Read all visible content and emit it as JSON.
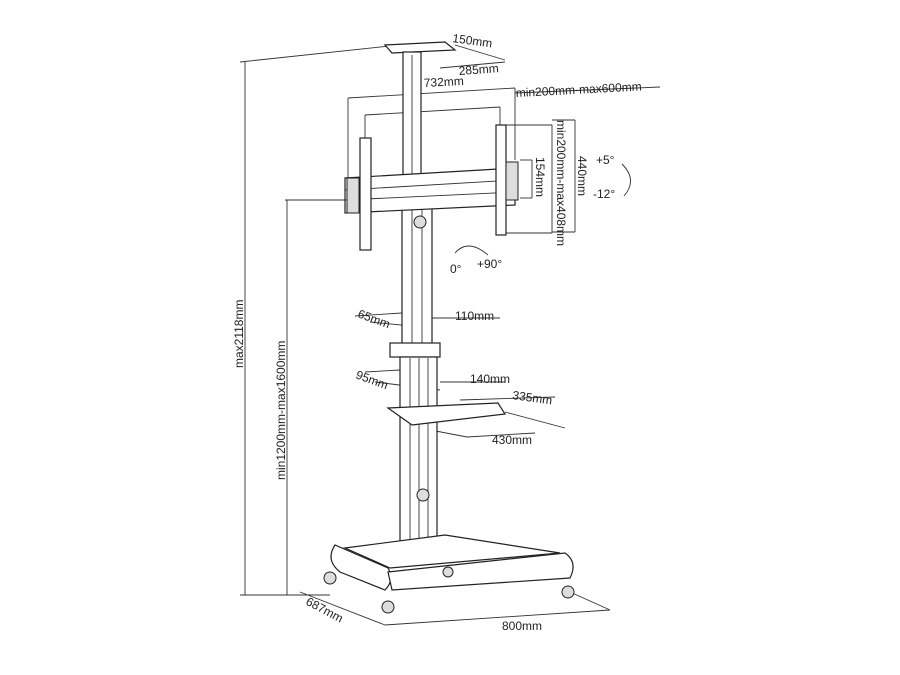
{
  "diagram": {
    "labels": {
      "top_plate_depth": "150mm",
      "top_plate_width": "285mm",
      "bracket_width": "732mm",
      "vesa_horizontal": "min200mm-max600mm",
      "vesa_vertical": "min200mm-max408mm",
      "bracket_height": "440mm",
      "arm_height": "154mm",
      "tilt_up": "+5°",
      "tilt_down": "-12°",
      "rotate_start": "0°",
      "rotate_end": "+90°",
      "max_height": "max2118mm",
      "tv_center_height": "min1200mm-max1600mm",
      "upper_column_depth": "65mm",
      "upper_column_width": "110mm",
      "lower_column_depth": "95mm",
      "lower_column_width": "140mm",
      "shelf_depth": "335mm",
      "shelf_width": "430mm",
      "base_depth": "687mm",
      "base_width": "800mm"
    }
  }
}
